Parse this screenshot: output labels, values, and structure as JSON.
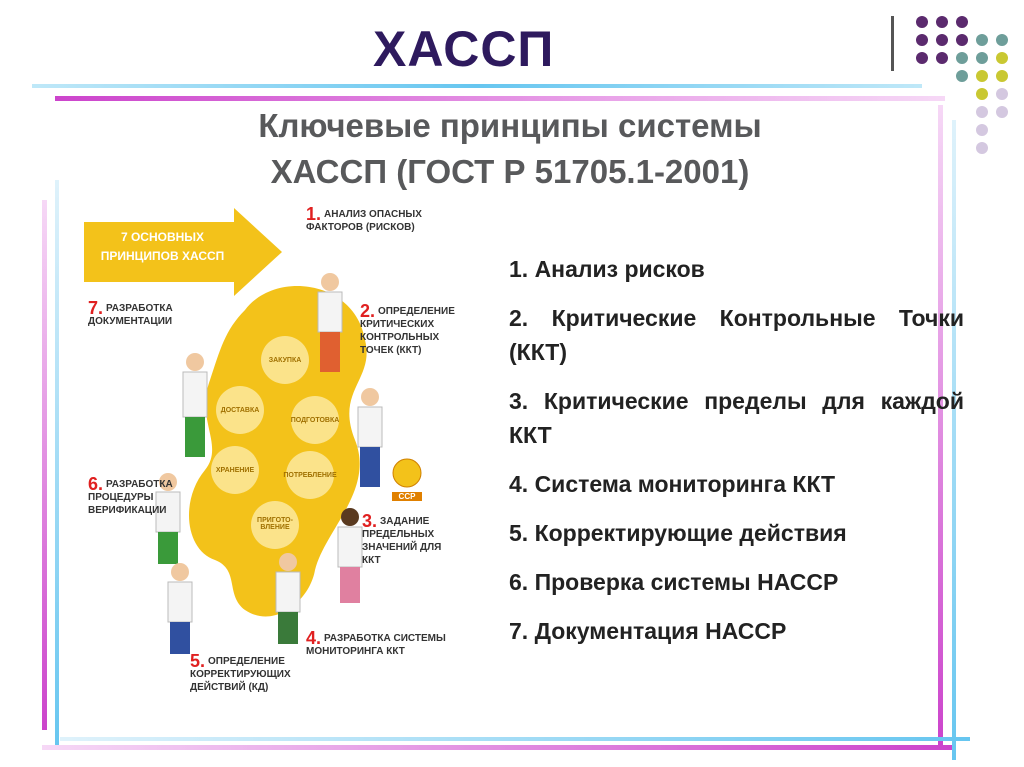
{
  "slide": {
    "title": "ХАССП"
  },
  "infographic": {
    "heading_line1": "Ключевые принципы системы",
    "heading_line2": "ХАССП (ГОСТ Р 51705.1-2001)",
    "arrow_line1": "7 ОСНОВНЫХ",
    "arrow_line2": "ПРИНЦИПОВ ХАССП",
    "steps": [
      {
        "num": "1.",
        "text": "АНАЛИЗ ОПАСНЫХ ФАКТОРОВ (РИСКОВ)"
      },
      {
        "num": "2.",
        "text": "ОПРЕДЕЛЕНИЕ КРИТИЧЕСКИХ КОНТРОЛЬНЫХ ТОЧЕК (ККТ)"
      },
      {
        "num": "3.",
        "text": "ЗАДАНИЕ ПРЕДЕЛЬНЫХ ЗНАЧЕНИЙ ДЛЯ ККТ"
      },
      {
        "num": "4.",
        "text": "РАЗРАБОТКА СИСТЕМЫ МОНИТОРИНГА ККТ"
      },
      {
        "num": "5.",
        "text": "ОПРЕДЕЛЕНИЕ КОРРЕКТИРУЮЩИХ ДЕЙСТВИЙ (КД)"
      },
      {
        "num": "6.",
        "text": "РАЗРАБОТКА ПРОЦЕДУРЫ ВЕРИФИКАЦИИ"
      },
      {
        "num": "7.",
        "text": "РАЗРАБОТКА ДОКУМЕНТАЦИИ"
      }
    ],
    "circles": [
      "ЗАКУПКА",
      "ДОСТАВКА",
      "ПОДГОТОВКА",
      "ХРАНЕНИЕ",
      "ПОТРЕБЛЕНИЕ",
      "ПРИГОТО-ВЛЕНИЕ"
    ],
    "badge": "CCP"
  },
  "principles": [
    "1. Анализ рисков",
    "2. Критические Контрольные Точки (ККТ)",
    "3. Критические пределы для каждой ККТ",
    "4. Система мониторинга ККТ",
    "5. Корректирующие действия",
    "6. Проверка системы НАССР",
    "7. Документация НАССР"
  ],
  "colors": {
    "title": "#2e1a5e",
    "accent_purple": "#5b2a6e",
    "accent_teal": "#6e9e9a",
    "accent_yellow": "#c9c832",
    "accent_lavender": "#d4c8e0",
    "magenta_bar": "#cc44cc",
    "blue_bar": "#66c6f0",
    "arrow_yellow": "#f3c21a",
    "step_number_red": "#e02020"
  }
}
